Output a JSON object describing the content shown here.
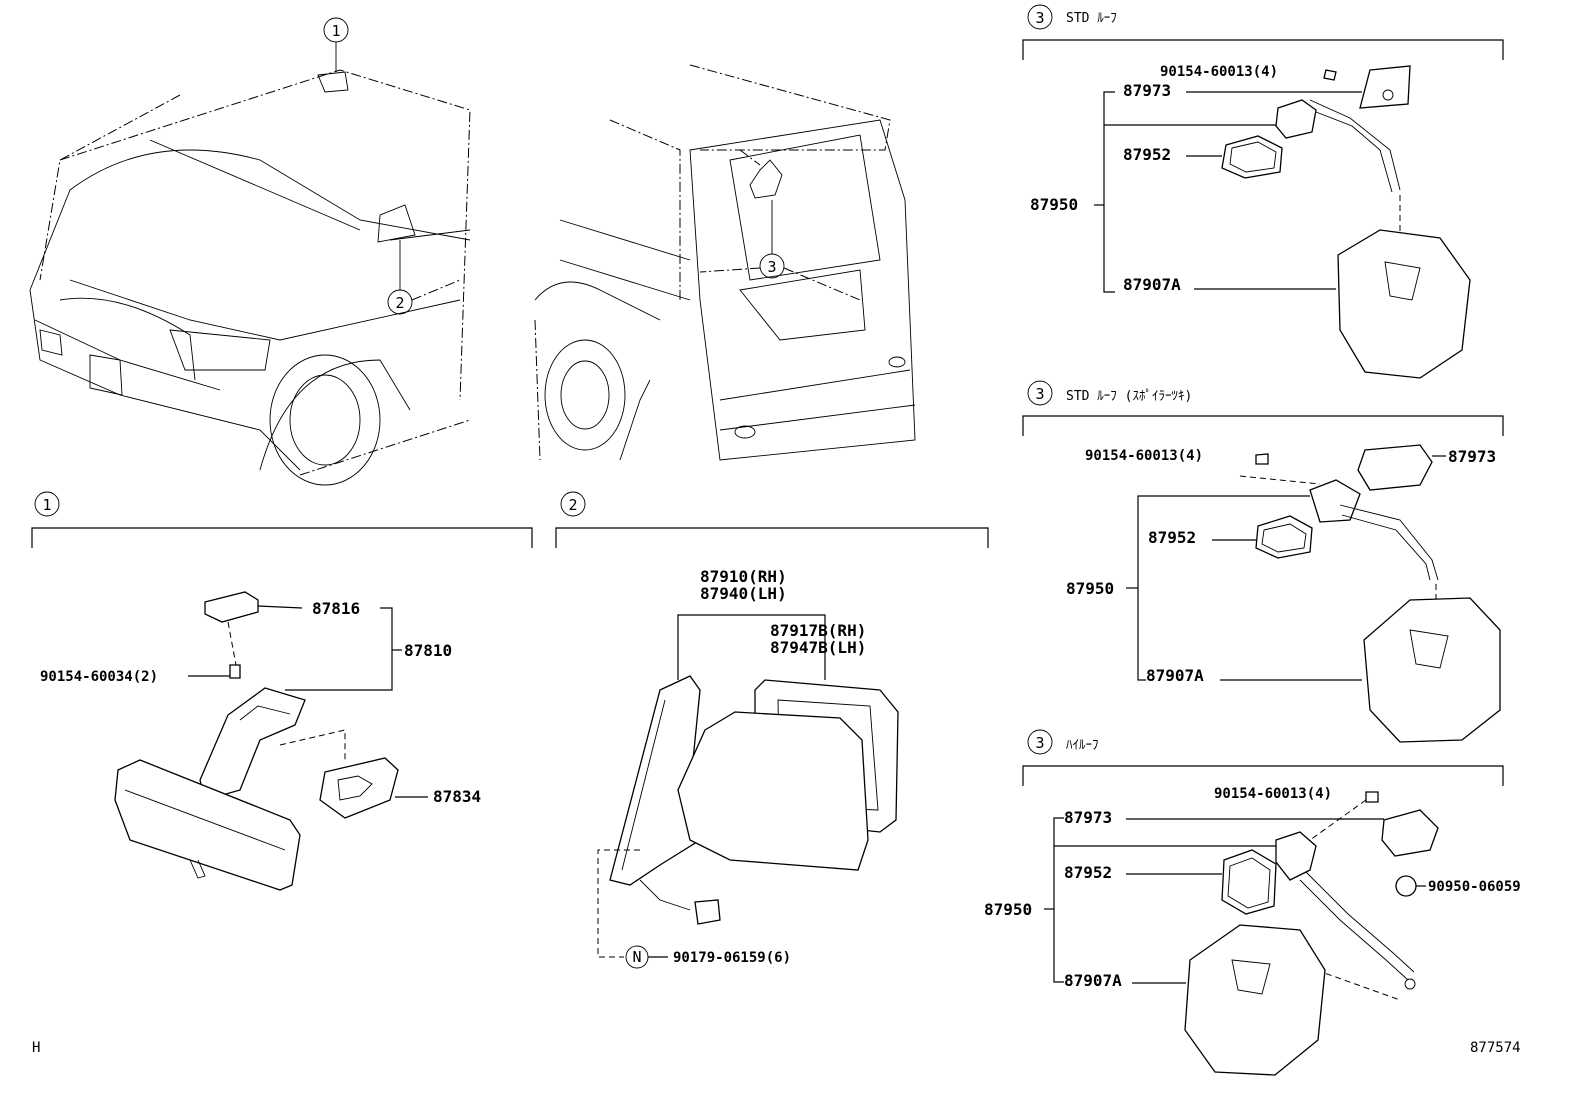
{
  "callouts": {
    "c1": "1",
    "c2": "2",
    "c3": "3"
  },
  "sections": {
    "s1": {
      "num": "1"
    },
    "s2": {
      "num": "2"
    },
    "s3a": {
      "num": "3",
      "title": "STD ﾙｰﾌ"
    },
    "s3b": {
      "num": "3",
      "title": "STD ﾙｰﾌ (ｽﾎﾟｲﾗｰﾂｷ)"
    },
    "s3c": {
      "num": "3",
      "title": "ﾊｲﾙｰﾌ"
    }
  },
  "parts": {
    "inner_mirror": {
      "p87816": "87816",
      "p87810": "87810",
      "p90154_60034": "90154-60034(2)",
      "p87834": "87834"
    },
    "outer_mirror": {
      "p87910": "87910(RH)",
      "p87940": "87940(LH)",
      "p87917B": "87917B(RH)",
      "p87947B": "87947B(LH)",
      "n_mark": "N",
      "p90179": "90179-06159(6)"
    },
    "std_roof": {
      "p90154": "90154-60013(4)",
      "p87973": "87973",
      "p87952": "87952",
      "p87950": "87950",
      "p87907A": "87907A"
    },
    "std_spoiler": {
      "p90154": "90154-60013(4)",
      "p87973": "87973",
      "p87952": "87952",
      "p87950": "87950",
      "p87907A": "87907A"
    },
    "high_roof": {
      "p90154": "90154-60013(4)",
      "p87973": "87973",
      "p87952": "87952",
      "p87950": "87950",
      "p87907A": "87907A",
      "p90950": "90950-06059"
    }
  },
  "footer": {
    "left_code": "H",
    "diagram_no": "877574"
  }
}
